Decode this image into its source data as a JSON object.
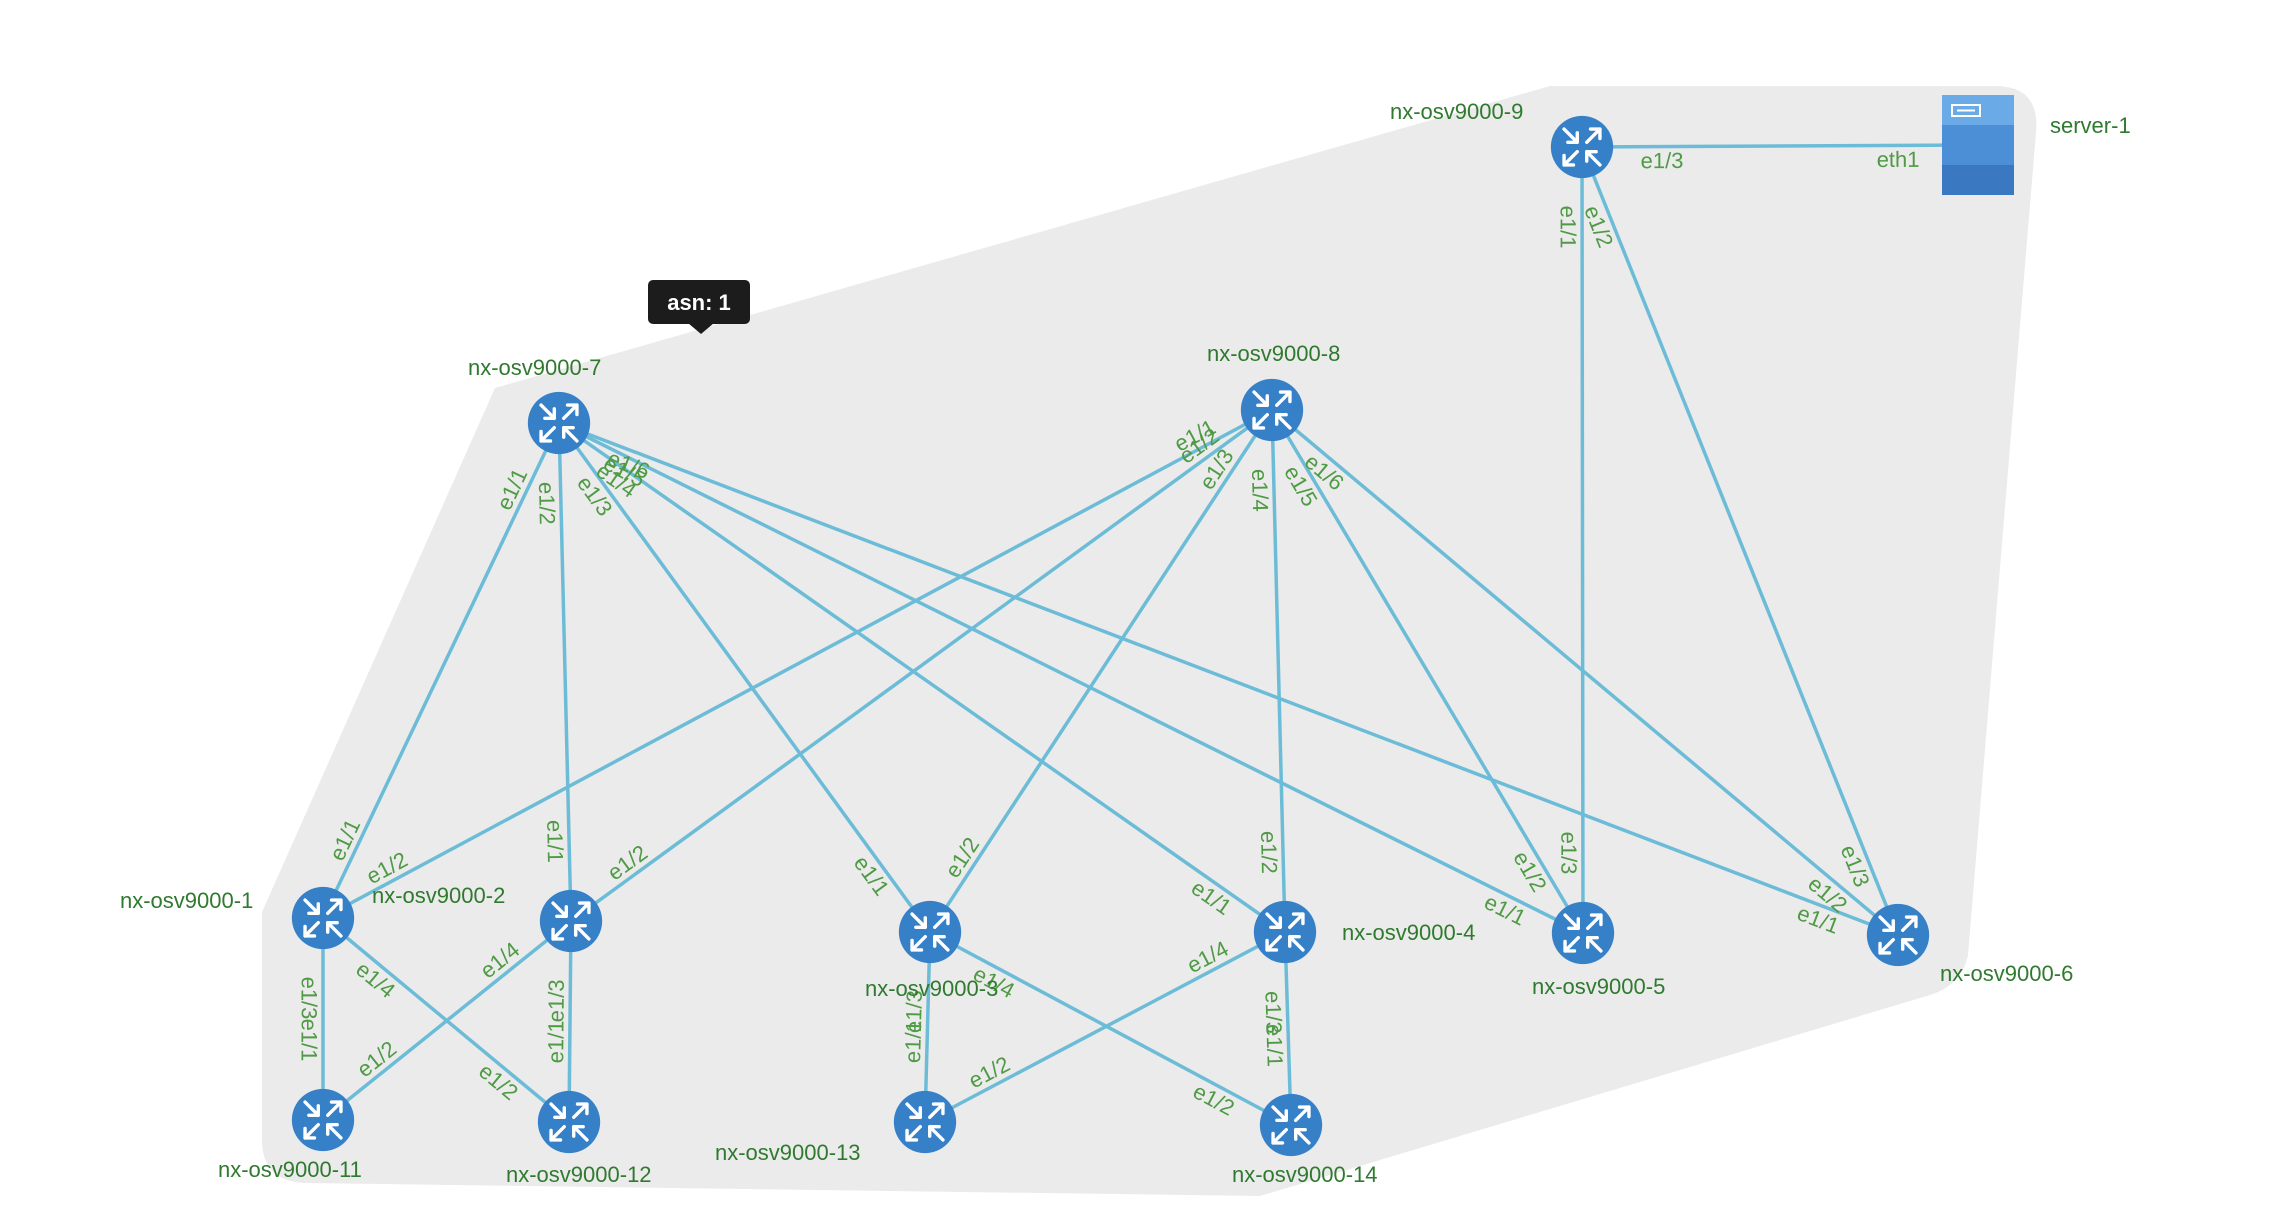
{
  "group": {
    "tooltip": "asn: 1",
    "fill": "#ebebeb"
  },
  "colors": {
    "link": "#6cbcd8",
    "router": "#3680c8",
    "label": "#2f7a2f",
    "interface_label": "#4f9a45"
  },
  "nodes": [
    {
      "id": "r1",
      "label": "nx-osv9000-1",
      "type": "router"
    },
    {
      "id": "r2",
      "label": "nx-osv9000-2",
      "type": "router"
    },
    {
      "id": "r3",
      "label": "nx-osv9000-3",
      "type": "router"
    },
    {
      "id": "r4",
      "label": "nx-osv9000-4",
      "type": "router"
    },
    {
      "id": "r5",
      "label": "nx-osv9000-5",
      "type": "router"
    },
    {
      "id": "r6",
      "label": "nx-osv9000-6",
      "type": "router"
    },
    {
      "id": "r7",
      "label": "nx-osv9000-7",
      "type": "router"
    },
    {
      "id": "r8",
      "label": "nx-osv9000-8",
      "type": "router"
    },
    {
      "id": "r9",
      "label": "nx-osv9000-9",
      "type": "router"
    },
    {
      "id": "r11",
      "label": "nx-osv9000-11",
      "type": "router"
    },
    {
      "id": "r12",
      "label": "nx-osv9000-12",
      "type": "router"
    },
    {
      "id": "r13",
      "label": "nx-osv9000-13",
      "type": "router"
    },
    {
      "id": "r14",
      "label": "nx-osv9000-14",
      "type": "router"
    },
    {
      "id": "s1",
      "label": "server-1",
      "type": "server"
    }
  ],
  "links": [
    {
      "from": "r7",
      "to": "r1",
      "from_if": "e1/1",
      "to_if": "e1/1"
    },
    {
      "from": "r7",
      "to": "r2",
      "from_if": "e1/2",
      "to_if": "e1/1"
    },
    {
      "from": "r7",
      "to": "r3",
      "from_if": "e1/3",
      "to_if": "e1/1"
    },
    {
      "from": "r7",
      "to": "r4",
      "from_if": "e1/4",
      "to_if": "e1/1"
    },
    {
      "from": "r7",
      "to": "r5",
      "from_if": "e1/5",
      "to_if": "e1/1"
    },
    {
      "from": "r7",
      "to": "r6",
      "from_if": "e1/6",
      "to_if": "e1/1"
    },
    {
      "from": "r8",
      "to": "r1",
      "from_if": "e1/1",
      "to_if": "e1/2"
    },
    {
      "from": "r8",
      "to": "r2",
      "from_if": "e1/2",
      "to_if": "e1/2"
    },
    {
      "from": "r8",
      "to": "r3",
      "from_if": "e1/3",
      "to_if": "e1/2"
    },
    {
      "from": "r8",
      "to": "r4",
      "from_if": "e1/4",
      "to_if": "e1/2"
    },
    {
      "from": "r8",
      "to": "r5",
      "from_if": "e1/5",
      "to_if": "e1/2"
    },
    {
      "from": "r8",
      "to": "r6",
      "from_if": "e1/6",
      "to_if": "e1/2"
    },
    {
      "from": "r9",
      "to": "r5",
      "from_if": "e1/1",
      "to_if": "e1/3"
    },
    {
      "from": "r9",
      "to": "r6",
      "from_if": "e1/2",
      "to_if": "e1/3"
    },
    {
      "from": "r9",
      "to": "s1",
      "from_if": "e1/3",
      "to_if": "eth1"
    },
    {
      "from": "r1",
      "to": "r11",
      "from_if": "e1/3",
      "to_if": "e1/1"
    },
    {
      "from": "r1",
      "to": "r12",
      "from_if": "e1/4",
      "to_if": "e1/2"
    },
    {
      "from": "r2",
      "to": "r11",
      "from_if": "e1/4",
      "to_if": "e1/2"
    },
    {
      "from": "r2",
      "to": "r12",
      "from_if": "e1/3",
      "to_if": "e1/1"
    },
    {
      "from": "r3",
      "to": "r13",
      "from_if": "e1/3",
      "to_if": "e1/1"
    },
    {
      "from": "r3",
      "to": "r14",
      "from_if": "e1/4",
      "to_if": "e1/2"
    },
    {
      "from": "r4",
      "to": "r13",
      "from_if": "e1/4",
      "to_if": "e1/2"
    },
    {
      "from": "r4",
      "to": "r14",
      "from_if": "e1/3",
      "to_if": "e1/1"
    }
  ]
}
